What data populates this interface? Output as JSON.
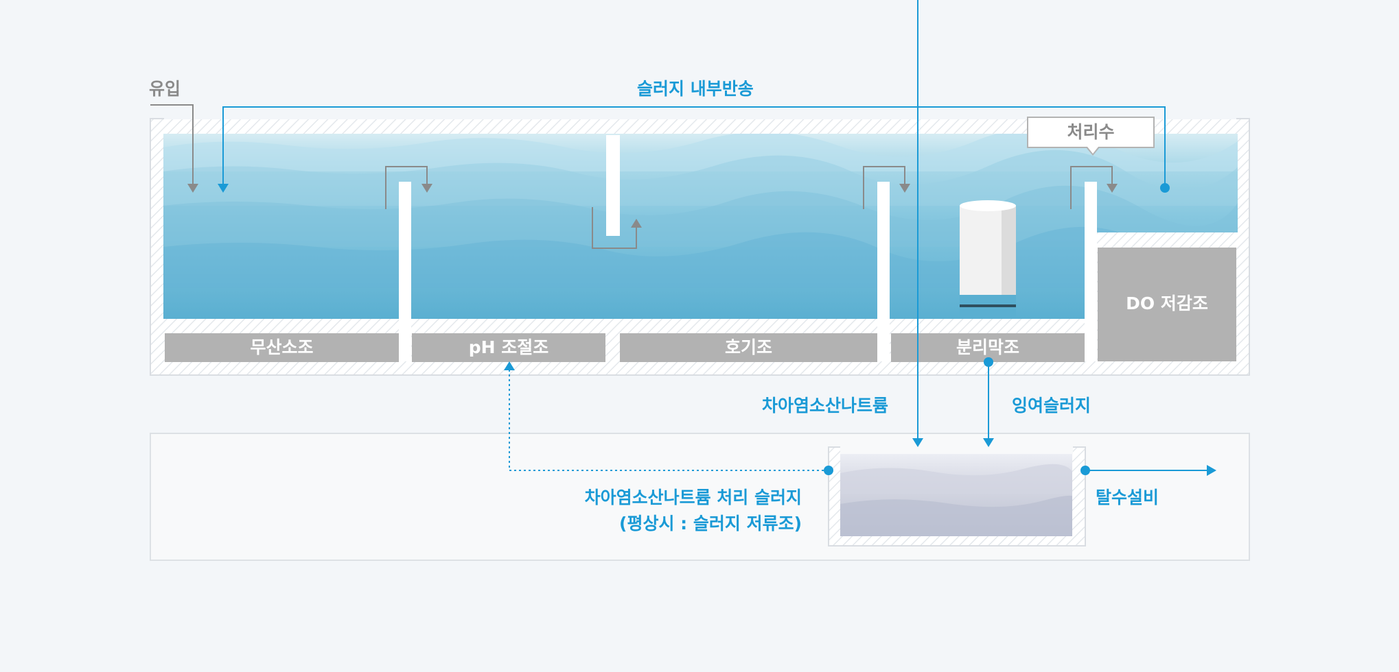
{
  "labels": {
    "inflow": "유입",
    "internal_return": "슬러지 내부반송",
    "treated_water": "처리수",
    "anoxic_tank": "무산소조",
    "ph_tank": "pH 조절조",
    "aerobic_tank": "호기조",
    "membrane_tank": "분리막조",
    "do_tank": "DO 저감조",
    "hypochlorite": "차아염소산나트륨",
    "excess_sludge": "잉여슬러지",
    "treated_sludge_line1": "차아염소산나트륨 처리 슬러지",
    "treated_sludge_line2": "(평상시 : 슬러지 저류조)",
    "dewatering": "탈수설비"
  },
  "colors": {
    "accent_blue": "#1a9ad6",
    "arrow_gray": "#8a8a8a",
    "tank_bar_gray": "#b2b2b2",
    "wall_white": "#ffffff",
    "background": "#f3f6f9"
  }
}
